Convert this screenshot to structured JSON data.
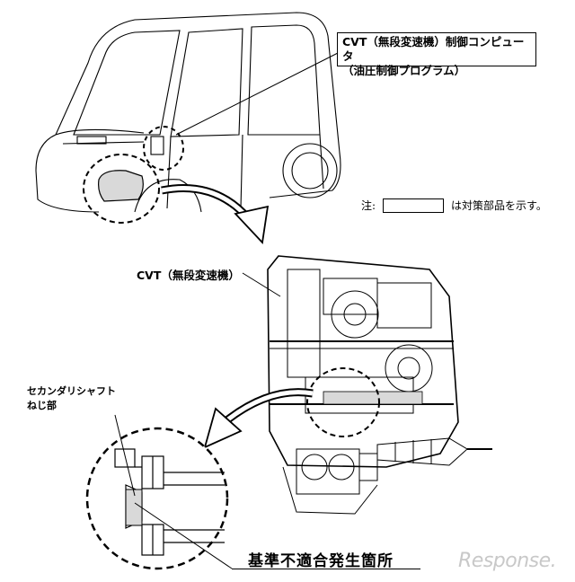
{
  "labels": {
    "cvt_controller_line1": "CVT（無段変速機）制御コンピュータ",
    "cvt_controller_line2": "（油圧制御プログラム）",
    "note_prefix": "注:",
    "note_suffix": "は対策部品を示す。",
    "cvt_title": "CVT（無段変速機）",
    "shaft_line1": "セカンダリシャフト",
    "shaft_line2": "ねじ部",
    "defect_location": "基準不適合発生箇所"
  },
  "watermark": "Response.",
  "colors": {
    "ink": "#000000",
    "shade": "#d9d9d9",
    "watermark": "#c8c8c8"
  }
}
